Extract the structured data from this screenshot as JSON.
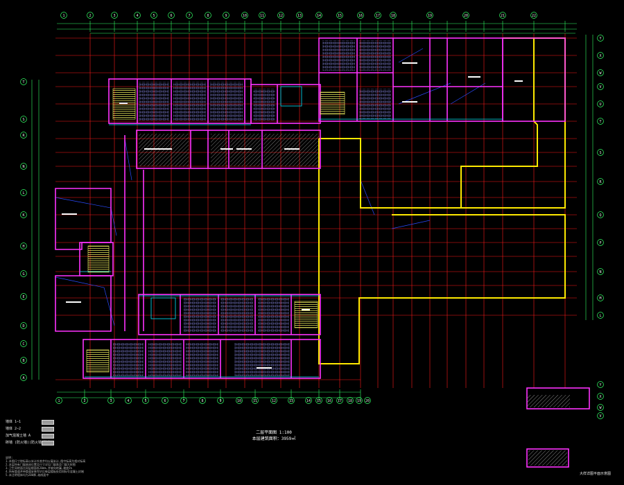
{
  "drawing": {
    "title": "二层平面图 1:100",
    "subtitle": "本层建筑面积：3959㎡",
    "detail_title": "大样详图平面示意图"
  },
  "legend": {
    "items": [
      {
        "label": "墙体 1—1",
        "color": "#9a9a9a"
      },
      {
        "label": "墙体 2—2",
        "color": "#9a9a9a"
      },
      {
        "label": "加气混凝土墙 A",
        "color": "#9a9a9a"
      },
      {
        "label": "砖墙 (防火墙)(防火墙)注意",
        "color": "#9a9a9a"
      }
    ]
  },
  "notes": {
    "heading": "说明:",
    "lines": [
      "1.本图尺寸除标高以米计外其余均以毫米计,图中标高为相对标高",
      "2.本层所有门窗具体位置及尺寸详见门窗表及门窗大样图",
      "3.卫生间地面比同层楼面低20mm,并坡向地漏,坡度1%",
      "4.所有管道井待管道安装完毕后每层楼板处用同标号混凝土封堵",
      "5.未注明墙体均为200厚,轴线居中"
    ]
  },
  "axes": {
    "top": [
      "1",
      "2",
      "3",
      "4",
      "5",
      "6",
      "7",
      "8",
      "9",
      "10",
      "11",
      "12",
      "13",
      "14",
      "15",
      "16",
      "17",
      "18",
      "19",
      "20",
      "21",
      "22"
    ],
    "bottom": [
      "1",
      "2",
      "3",
      "4",
      "5",
      "6",
      "7",
      "8",
      "9",
      "10",
      "11",
      "12",
      "13",
      "14",
      "15",
      "16",
      "17",
      "18",
      "19",
      "20"
    ],
    "left": [
      "T",
      "S",
      "R",
      "N",
      "L",
      "K",
      "H",
      "G",
      "E",
      "D",
      "C",
      "B",
      "A"
    ],
    "right": [
      "Y",
      "X",
      "W",
      "V",
      "U",
      "T",
      "S",
      "R",
      "Q",
      "P",
      "N",
      "M",
      "L"
    ],
    "detail_right": [
      "Y",
      "X",
      "W",
      "V"
    ]
  },
  "colors": {
    "background": "#000000",
    "wall": "#ff33ff",
    "grid": "#ff1a1a",
    "yellow_outline": "#ffea00",
    "dimension": "#33ff66",
    "furniture": "#9a9aff",
    "cyan": "#00e5ff",
    "blue_line": "#2a4bff",
    "hatch": "#b0b0b0"
  }
}
